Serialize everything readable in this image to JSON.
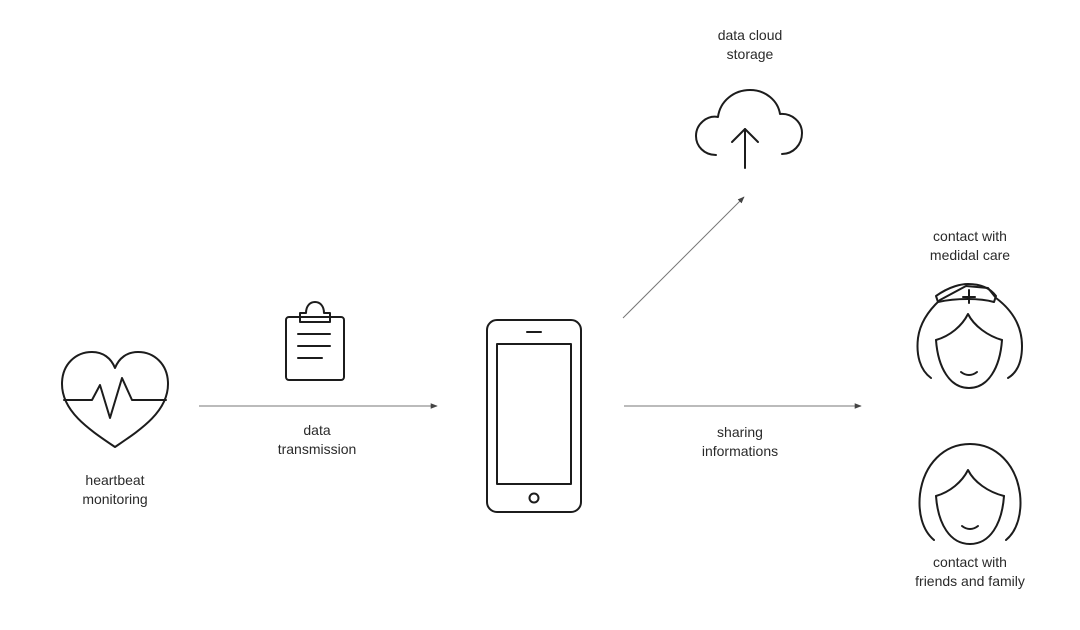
{
  "labels": {
    "heartbeat": [
      "heartbeat",
      "monitoring"
    ],
    "transmission": [
      "data",
      "transmission"
    ],
    "cloud": [
      "data cloud",
      "storage"
    ],
    "sharing": [
      "sharing",
      "informations"
    ],
    "medical": [
      "contact with",
      "medidal care"
    ],
    "family": [
      "contact with",
      "friends and family"
    ]
  },
  "icons": {
    "heart": "heart-pulse-icon",
    "clipboard": "clipboard-icon",
    "phone": "smartphone-icon",
    "cloud": "cloud-upload-icon",
    "nurse": "nurse-icon",
    "person": "woman-icon"
  },
  "colors": {
    "stroke": "#1c1c1c",
    "arrow": "#777777",
    "text": "#2a2a2a"
  }
}
